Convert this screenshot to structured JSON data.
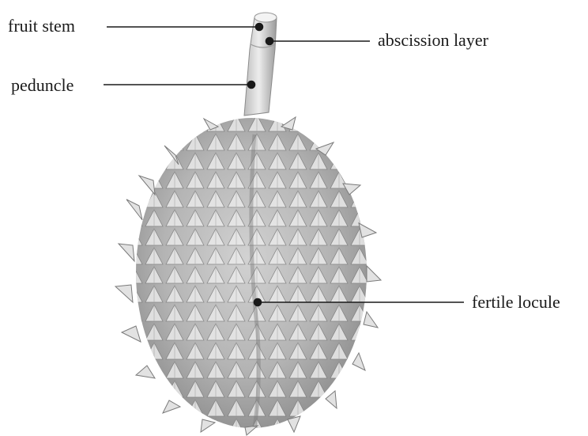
{
  "labels": {
    "fruit_stem": "fruit stem",
    "abscission_layer": "abscission layer",
    "peduncle": "peduncle",
    "fertile_locule": "fertile locule"
  },
  "colors": {
    "line": "#1a1a1a",
    "stem_light": "#e6e6e6",
    "stem_shade": "#a8a8a8",
    "fruit_body": "#c4c4c4",
    "fruit_dark": "#8a8a8a",
    "spine_light": "#f2f2f2"
  }
}
